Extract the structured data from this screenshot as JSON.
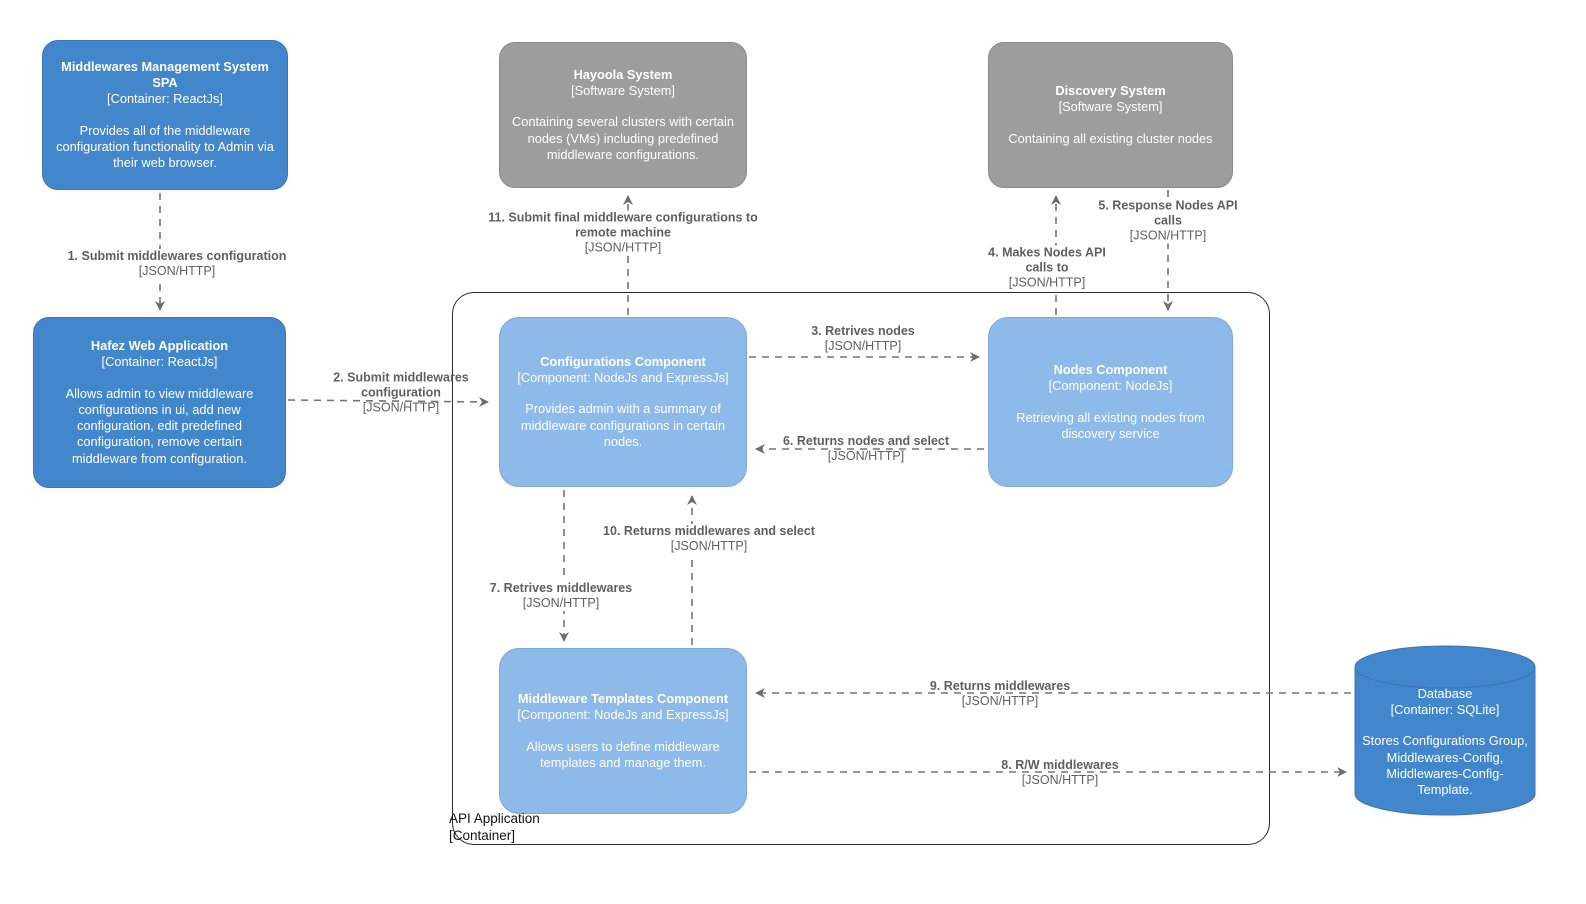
{
  "diagram": {
    "colors": {
      "container_fill": "#4287cb",
      "component_fill": "#8dbae9",
      "external_system_fill": "#9d9d9d",
      "node_text": "#ffffff",
      "relationship_text": "#5f5f5f",
      "boundary_line": "#2b2b2b",
      "background": "#ffffff"
    },
    "boundary": {
      "title": "API Application",
      "type": "[Container]"
    },
    "nodes": {
      "spa": {
        "title": "Middlewares Management System SPA",
        "type": "[Container: ReactJs]",
        "description": "Provides all of the middleware configuration functionality to Admin via their web browser."
      },
      "hayoola": {
        "title": "Hayoola System",
        "type": "[Software System]",
        "description": "Containing several clusters with certain nodes (VMs) including predefined middleware configurations."
      },
      "discovery": {
        "title": "Discovery System",
        "type": "[Software System]",
        "description": "Containing all existing cluster nodes"
      },
      "hafez": {
        "title": "Hafez Web Application",
        "type": "[Container: ReactJs]",
        "description": "Allows admin to view middleware configurations in ui, add new configuration, edit predefined configuration, remove certain middleware from configuration."
      },
      "configurations": {
        "title": "Configurations Component",
        "type": "[Component: NodeJs and ExpressJs]",
        "description": "Provides admin with a summary of middleware configurations in certain nodes."
      },
      "nodes_component": {
        "title": "Nodes Component",
        "type": "[Component: NodeJs]",
        "description": "Retrieving all existing nodes from discovery service"
      },
      "templates": {
        "title": "Middleware Templates Component",
        "type": "[Component: NodeJs and ExpressJs]",
        "description": "Allows users to define middleware templates and manage them."
      },
      "database": {
        "title": "Database",
        "type": "[Container: SQLite]",
        "description": "Stores Configurations Group, Middlewares-Config, Middlewares-Config-Template."
      }
    },
    "relationships": [
      {
        "label": "1. Submit middlewares configuration",
        "protocol": "[JSON/HTTP]"
      },
      {
        "label": "2. Submit middlewares configuration",
        "protocol": "[JSON/HTTP]"
      },
      {
        "label": "3. Retrives nodes",
        "protocol": "[JSON/HTTP]"
      },
      {
        "label": "4. Makes Nodes API calls to",
        "protocol": "[JSON/HTTP]"
      },
      {
        "label": "5. Response Nodes API calls",
        "protocol": "[JSON/HTTP]"
      },
      {
        "label": "6. Returns nodes and select",
        "protocol": "[JSON/HTTP]"
      },
      {
        "label": "7. Retrives middlewares",
        "protocol": "[JSON/HTTP]"
      },
      {
        "label": "8. R/W middlewares",
        "protocol": "[JSON/HTTP]"
      },
      {
        "label": "9. Returns middlewares",
        "protocol": "[JSON/HTTP]"
      },
      {
        "label": "10. Returns middlewares and select",
        "protocol": "[JSON/HTTP]"
      },
      {
        "label": "11. Submit final middleware configurations to remote machine",
        "protocol": "[JSON/HTTP]"
      }
    ]
  }
}
